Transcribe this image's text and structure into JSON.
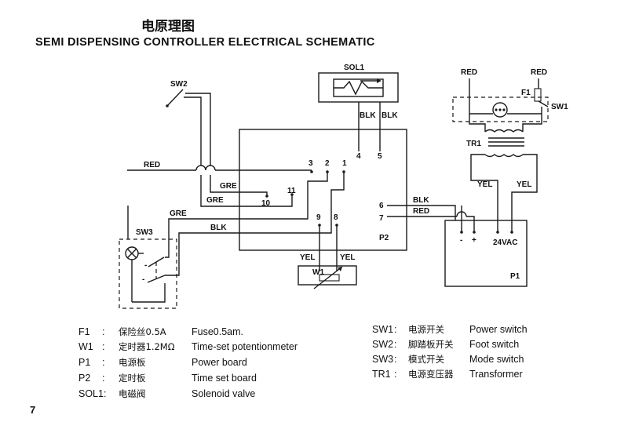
{
  "title_cn": "电原理图",
  "title_en": "SEMI DISPENSING CONTROLLER ELECTRICAL SCHEMATIC",
  "labels": {
    "sw2": "SW2",
    "sol1": "SOL1",
    "blk": "BLK",
    "red": "RED",
    "gre": "GRE",
    "yel": "YEL",
    "f1": "F1",
    "sw1": "SW1",
    "tr1": "TR1",
    "sw3": "SW3",
    "w1": "W1",
    "p1": "P1",
    "p2": "P2",
    "vac": "24VAC",
    "minus": "-",
    "plus": "+"
  },
  "terminals": {
    "t1": "1",
    "t2": "2",
    "t3": "3",
    "t4": "4",
    "t5": "5",
    "t6": "6",
    "t7": "7",
    "t8": "8",
    "t9": "9",
    "t10": "10",
    "t11": "11"
  },
  "legend_left": [
    {
      "code": "F1",
      "sep": ":",
      "cn": "保险丝0.5A",
      "en": "Fuse0.5am."
    },
    {
      "code": "W1",
      "sep": ":",
      "cn": "定时器1.2MΩ",
      "en": "Time-set potentionmeter"
    },
    {
      "code": "P1",
      "sep": ":",
      "cn": "电源板",
      "en": "Power board"
    },
    {
      "code": "P2",
      "sep": ":",
      "cn": "定时板",
      "en": "Time set board"
    },
    {
      "code": "SOL1:",
      "sep": "",
      "cn": "电磁阀",
      "en": "Solenoid valve"
    }
  ],
  "legend_right": [
    {
      "code": "SW1",
      "sep": ":",
      "cn": "电源开关",
      "en": "Power switch"
    },
    {
      "code": "SW2",
      "sep": ":",
      "cn": "脚踏板开关",
      "en": "Foot switch"
    },
    {
      "code": "SW3",
      "sep": ":",
      "cn": "模式开关",
      "en": "Mode switch"
    },
    {
      "code": "TR1",
      "sep": ":",
      "cn": "电源变压器",
      "en": "Transformer"
    }
  ],
  "page_number": "7"
}
